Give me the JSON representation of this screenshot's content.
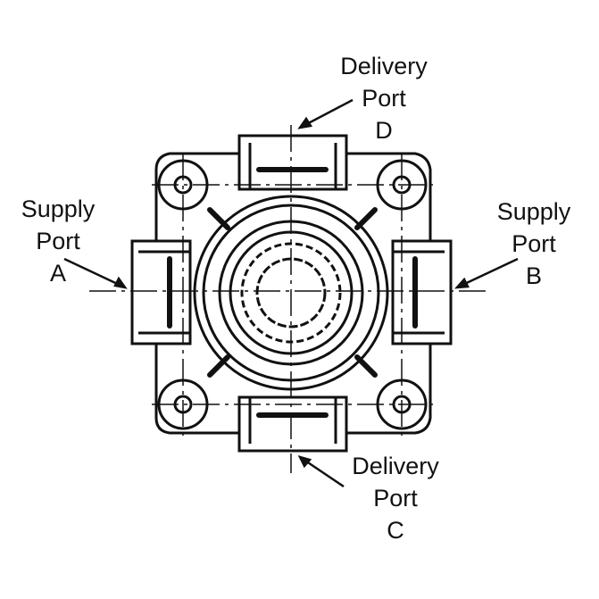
{
  "labels": {
    "delivery_d": {
      "line1": "Delivery",
      "line2": "Port",
      "line3": "D"
    },
    "supply_a": {
      "line1": "Supply",
      "line2": "Port",
      "line3": "A"
    },
    "supply_b": {
      "line1": "Supply",
      "line2": "Port",
      "line3": "B"
    },
    "delivery_c": {
      "line1": "Delivery",
      "line2": "Port",
      "line3": "C"
    }
  },
  "colors": {
    "ink": "#111111",
    "background": "#ffffff"
  }
}
